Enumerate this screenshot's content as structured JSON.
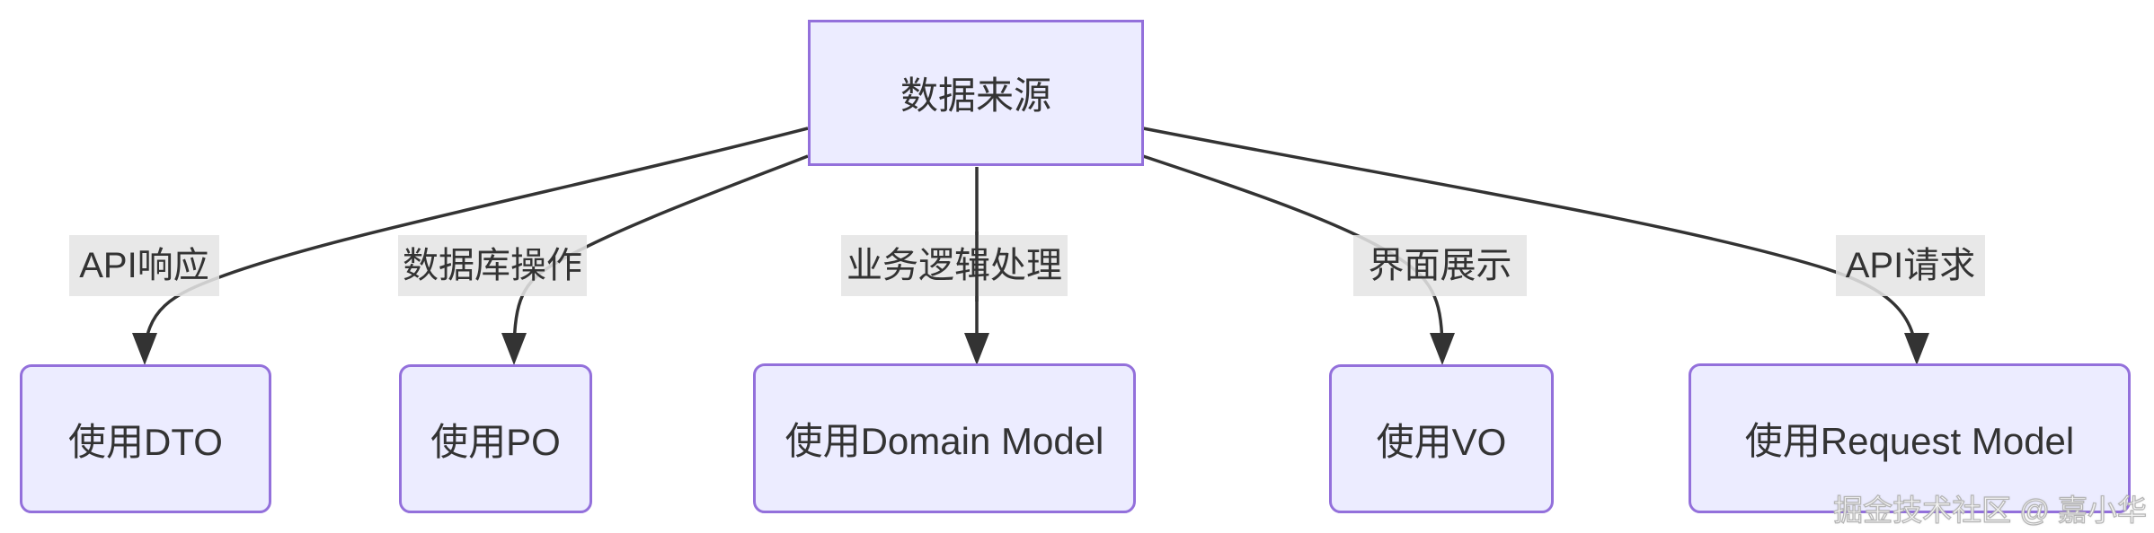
{
  "diagram": {
    "root_label": "数据来源",
    "branches": [
      {
        "edge_label": "API响应",
        "node_label": "使用DTO"
      },
      {
        "edge_label": "数据库操作",
        "node_label": "使用PO"
      },
      {
        "edge_label": "业务逻辑处理",
        "node_label": "使用Domain Model"
      },
      {
        "edge_label": "界面展示",
        "node_label": "使用VO"
      },
      {
        "edge_label": "API请求",
        "node_label": "使用Request Model"
      }
    ],
    "watermark": "掘金技术社区 @ 嘉小华",
    "colors": {
      "node_fill": "#ECECFF",
      "node_border": "#9370DB",
      "edge_line": "#333333",
      "edge_label_bg": "#e8e8e8",
      "text": "#333333",
      "background": "#ffffff"
    }
  }
}
